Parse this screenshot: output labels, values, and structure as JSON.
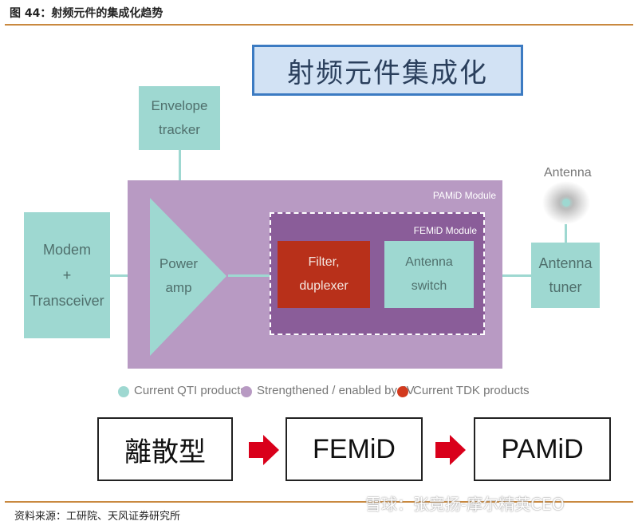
{
  "header": {
    "figure_title": "图 44：射频元件的集成化趋势"
  },
  "diagram": {
    "main_title": "射频元件集成化",
    "envelope_tracker": {
      "line1": "Envelope",
      "line2": "tracker"
    },
    "modem": {
      "line1": "Modem",
      "line2": "+",
      "line3": "Transceiver"
    },
    "power_amp": {
      "line1": "Power",
      "line2": "amp"
    },
    "pamid_label": "PAMiD Module",
    "femid_label": "FEMiD Module",
    "filter": {
      "line1": "Filter,",
      "line2": "duplexer"
    },
    "antenna_switch": {
      "line1": "Antenna",
      "line2": "switch"
    },
    "antenna_label": "Antenna",
    "antenna_tuner": {
      "line1": "Antenna",
      "line2": "tuner"
    }
  },
  "legend": [
    {
      "label": "Current QTI products",
      "color": "#9ed8d1"
    },
    {
      "label": "Strengthened / enabled by JV",
      "color": "#b89ac3"
    },
    {
      "label": "Current TDK products",
      "color": "#d23a1e"
    }
  ],
  "flow": {
    "step1": "離散型",
    "step2": "FEMiD",
    "step3": "PAMiD"
  },
  "footer": {
    "source": "资料来源：工研院、天风证券研究所",
    "watermark": "雪球：张竞扬-摩尔精英CEO"
  },
  "colors": {
    "accent_rule": "#c9893f",
    "arrow": "#d9001b",
    "title_border": "#3c7bc2"
  }
}
